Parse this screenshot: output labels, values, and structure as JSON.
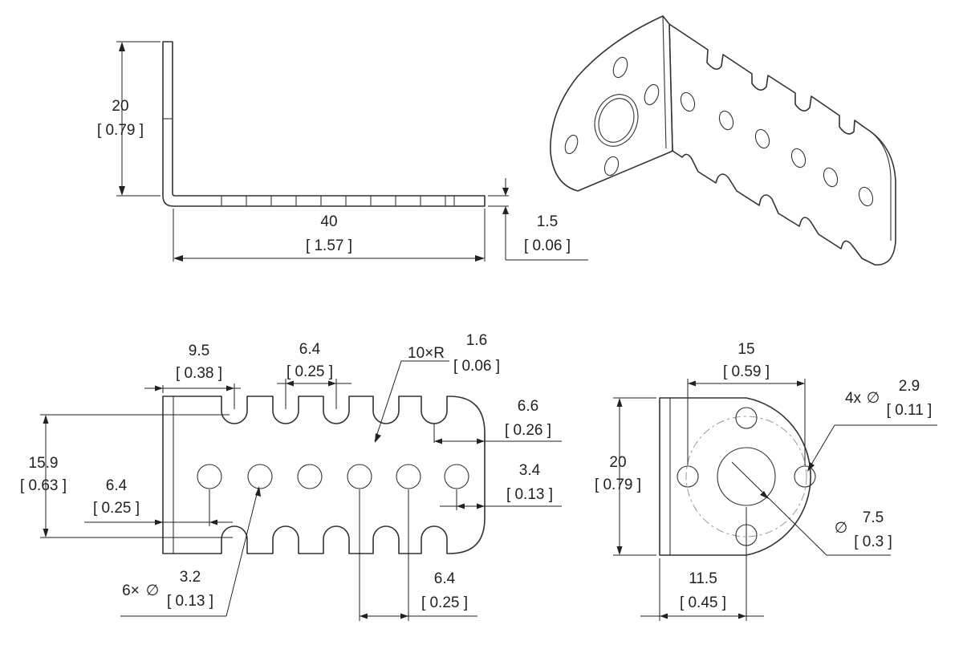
{
  "side_view": {
    "height_mm": "20",
    "height_in": "[ 0.79 ]",
    "length_mm": "40",
    "length_in": "[ 1.57 ]",
    "thickness_mm": "1.5",
    "thickness_in": "[ 0.06 ]"
  },
  "flat_view": {
    "edge_to_slot_mm": "9.5",
    "edge_to_slot_in": "[ 0.38 ]",
    "slot_pitch_mm": "6.4",
    "slot_pitch_in": "[ 0.25 ]",
    "slot_radius_prefix": "10×R",
    "slot_radius_mm": "1.6",
    "slot_radius_in": "[ 0.06 ]",
    "end_offset_mm": "6.6",
    "end_offset_in": "[ 0.26 ]",
    "height_mm": "15.9",
    "height_in": "[ 0.63 ]",
    "hole_offset_x_mm": "6.4",
    "hole_offset_x_in": "[ 0.25 ]",
    "hole_offset_y_mm": "3.4",
    "hole_offset_y_in": "[ 0.13 ]",
    "hole_count_prefix": "6×",
    "hole_dia_mm": "3.2",
    "hole_dia_in": "[ 0.13 ]",
    "hole_pitch_mm": "6.4",
    "hole_pitch_in": "[ 0.25 ]",
    "diameter_symbol": "∅"
  },
  "mount_view": {
    "bolt_spacing_mm": "15",
    "bolt_spacing_in": "[ 0.59 ]",
    "bolt_count_prefix": "4x",
    "bolt_dia_mm": "2.9",
    "bolt_dia_in": "[ 0.11 ]",
    "height_mm": "20",
    "height_in": "[ 0.79 ]",
    "center_hole_dia_mm": "7.5",
    "center_hole_dia_in": "[ 0.3 ]",
    "center_offset_mm": "11.5",
    "center_offset_in": "[ 0.45 ]",
    "diameter_symbol": "∅"
  }
}
